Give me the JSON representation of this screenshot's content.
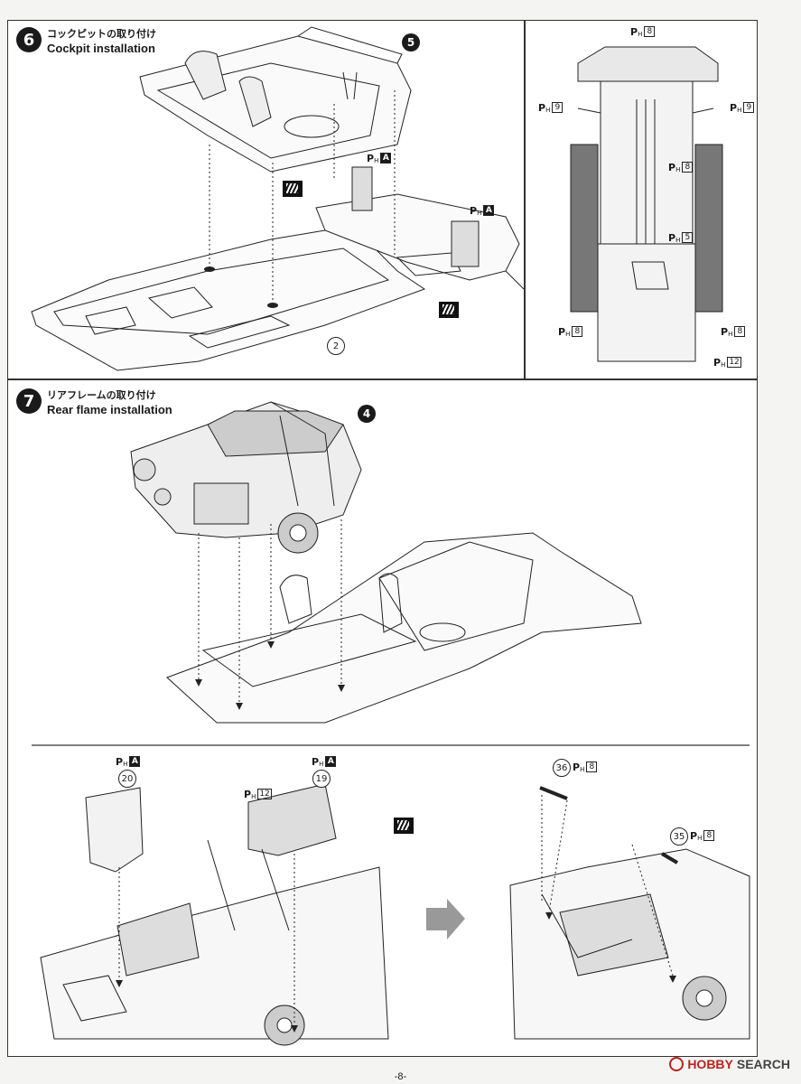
{
  "steps": {
    "step6": {
      "number": "6",
      "title_jp": "コックピットの取り付け",
      "title_en": "Cockpit installation"
    },
    "step7": {
      "number": "7",
      "title_jp": "リアフレームの取り付け",
      "title_en": "Rear flame installation"
    }
  },
  "callouts": {
    "sub5": "5",
    "sub4": "4",
    "part2": "2",
    "part19": "19",
    "part20": "20",
    "part35": "35",
    "part36": "36"
  },
  "paint": {
    "p": "P",
    "h": "H",
    "codes": {
      "a": "A",
      "c5": "5",
      "c8": "8",
      "c9": "9",
      "c12": "12"
    }
  },
  "page_number": "-8-",
  "watermark": {
    "logo": "HOBBY",
    "search": "SEARCH"
  },
  "colors": {
    "ink": "#1a1a1a",
    "paper": "#ffffff",
    "shade": "#777777",
    "watermark": "#bb2222"
  }
}
